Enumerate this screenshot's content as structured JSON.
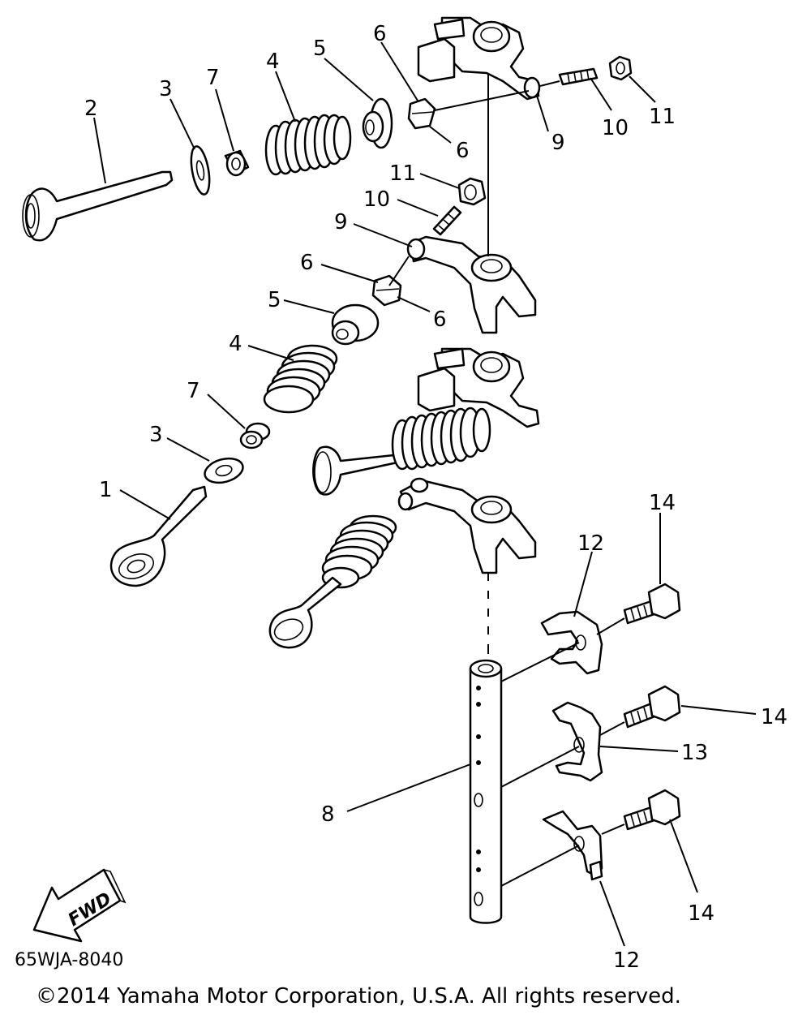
{
  "callouts": {
    "c1": "1",
    "c2": "2",
    "c3a": "3",
    "c3b": "3",
    "c4a": "4",
    "c4b": "4",
    "c5a": "5",
    "c5b": "5",
    "c6a": "6",
    "c6b": "6",
    "c6c": "6",
    "c6d": "6",
    "c7a": "7",
    "c7b": "7",
    "c8": "8",
    "c9a": "9",
    "c9b": "9",
    "c10a": "10",
    "c10b": "10",
    "c11a": "11",
    "c11b": "11",
    "c12a": "12",
    "c12b": "12",
    "c13": "13",
    "c14a": "14",
    "c14b": "14",
    "c14c": "14"
  },
  "fwd_label": "FWD",
  "part_number": "65WJA-8040",
  "copyright": "©2014 Yamaha Motor Corporation, U.S.A. All rights reserved."
}
